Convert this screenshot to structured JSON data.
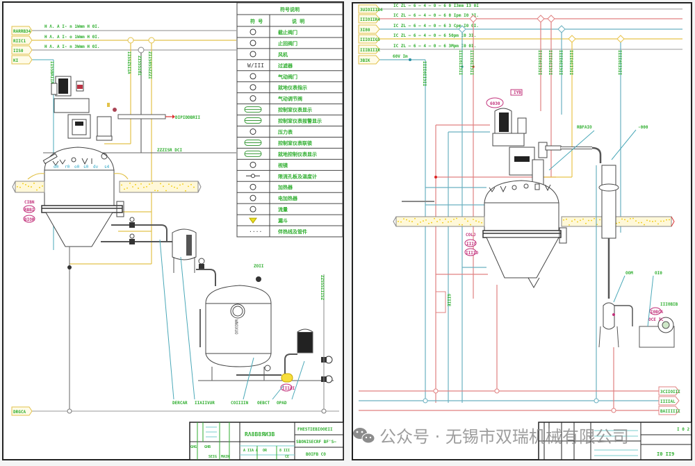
{
  "watermark": {
    "icon": "wechat-icon",
    "text": "公众号 · 无锡市双瑞机械有限公司"
  },
  "left_sheet": {
    "line_tags": [
      "RARRB34",
      "RIIC1",
      "IIS0",
      "KI"
    ],
    "line_specs": [
      "H  Λ.  A  I-  n  1Wmm    H 0I.",
      "H  Λ.  A  I-  o  1Wmm    H 0I.",
      "H  Λ.  A  I-  n  3Wmm    H 0I."
    ],
    "bottom_tag": "DRGCA",
    "vertical_labels": [
      "IISSBAIIA",
      "IISSZSIIA",
      "ZISSSIdI",
      "ZIIS8SSZZZI"
    ],
    "outlet_label": "DIPIDDBRII",
    "vent_label": "ZZZISR DCI",
    "right_vertical_label": "ZZSSSIIISZ",
    "pink_tags": [
      "CIBN",
      "RBBI",
      "BIOR"
    ],
    "tank_label": "WNOXUO",
    "top_valve_label": "ZOII",
    "small_label": "IIIAI",
    "callouts": [
      "DERCAR",
      "IIAIIVUR",
      "COIIIIN",
      "OEBCT",
      "OPAD"
    ],
    "legend": {
      "title": "符号说明",
      "headers": [
        "符  号",
        "说  明"
      ],
      "rows": [
        {
          "icon": "globe-valve-symbol",
          "desc": "截止阀门"
        },
        {
          "icon": "check-valve-symbol",
          "desc": "止回阀门"
        },
        {
          "icon": "fan-symbol",
          "desc": "风机"
        },
        {
          "icon": "filter-symbol",
          "desc": "过滤器"
        },
        {
          "icon": "butterfly-valve-symbol",
          "desc": "气动阀门"
        },
        {
          "icon": "local-instrument-symbol",
          "desc": "就地仪表指示"
        },
        {
          "icon": "actuator-valve-symbol",
          "desc": "气动调节阀"
        },
        {
          "icon": "panel-instrument-symbol",
          "desc": "控制室仪表显示"
        },
        {
          "icon": "dcs-instrument-symbol",
          "desc": "控制室仪表报警显示"
        },
        {
          "icon": "gauge-symbol",
          "desc": "压力表"
        },
        {
          "icon": "interlock-instrument-symbol",
          "desc": "控制室仪表联锁"
        },
        {
          "icon": "plc-instrument-symbol",
          "desc": "就地控制仪表显示"
        },
        {
          "icon": "sight-glass-symbol",
          "desc": "视镜"
        },
        {
          "icon": "orifice-symbol",
          "desc": "限流孔板及温度计"
        },
        {
          "icon": "heater-symbol",
          "desc": "加热器"
        },
        {
          "icon": "thermo-symbol",
          "desc": "电加热器"
        },
        {
          "icon": "flow-symbol",
          "desc": "流量"
        },
        {
          "icon": "funnel-symbol",
          "desc": "漏斗"
        },
        {
          "icon": "dotted-line-symbol",
          "desc": "伴热线及管件"
        }
      ]
    },
    "title_block": {
      "drawing_name": "RΛ8B8ЯИ3B",
      "company": "FHESTIEBIOOEII",
      "project": "SBONISECRF BF'S—",
      "drawing_no": "BOIFB CO",
      "cells": [
        "GHG",
        "GHB",
        "SEIG",
        "MAIN",
        "A IIA A",
        "OR",
        "8 III",
        "CE"
      ]
    }
  },
  "right_sheet": {
    "line_tags": [
      "3UIOIIIB4",
      "IIIOIIR4",
      "3I80",
      "IIIOIIG5",
      "IIIBIIIK",
      "3BIK"
    ],
    "line_specs": [
      "IC ZL — 6 — 4 — 0 — 6 0 I3mm    I3 0I",
      "IC ZL — 6 — 4 — 0 — 6 0 Ipm    I0 3I.",
      "IC ZL — 6 — 4 — 0 — 6 3 Cpm    I0 0I.",
      "IC ZL — 6 — 4 — 0 — 6 50pm    I0 3I.",
      "IC ZL — 6 — 4 — 0 — 6 3Mpm    I0 0I."
    ],
    "low_spec": "60V Im",
    "motor_tag": "6030",
    "box_tag": "IYB",
    "condenser_label": "RBFAIO",
    "column_label": "-000",
    "receiver_label": "OOM",
    "pump_label": "OI0",
    "pump_name": "IIIOBIB",
    "pump_tag": "I0BCA",
    "pump_subtag": "OCE IC",
    "pink_tags": [
      "COLJ",
      "IIIO",
      "IIIIO"
    ],
    "loop_label": "GIIIE",
    "outlet_tags": [
      "3CIIOIII",
      "IIIIAL",
      "BAIIIIII"
    ],
    "title_block": {
      "drawing_no": "I0 II9",
      "rev": "I 0 2"
    }
  }
}
